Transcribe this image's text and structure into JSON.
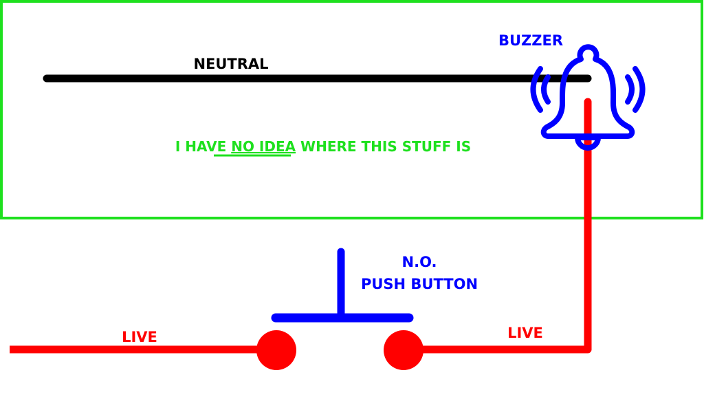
{
  "labels": {
    "neutral": "NEUTRAL",
    "buzzer": "BUZZER",
    "note_prefix": "I HAVE ",
    "note_emphasis": "NO IDEA",
    "note_suffix": " WHERE THIS STUFF IS",
    "switch_line1": "N.O.",
    "switch_line2": "PUSH BUTTON",
    "live_left": "LIVE",
    "live_right": "LIVE"
  },
  "colors": {
    "neutral": "#000000",
    "live": "#ff0000",
    "component": "#0000ff",
    "unknown_area": "#1ee01e"
  },
  "icons": {
    "buzzer": "bell-icon",
    "switch": "push-button-symbol"
  }
}
